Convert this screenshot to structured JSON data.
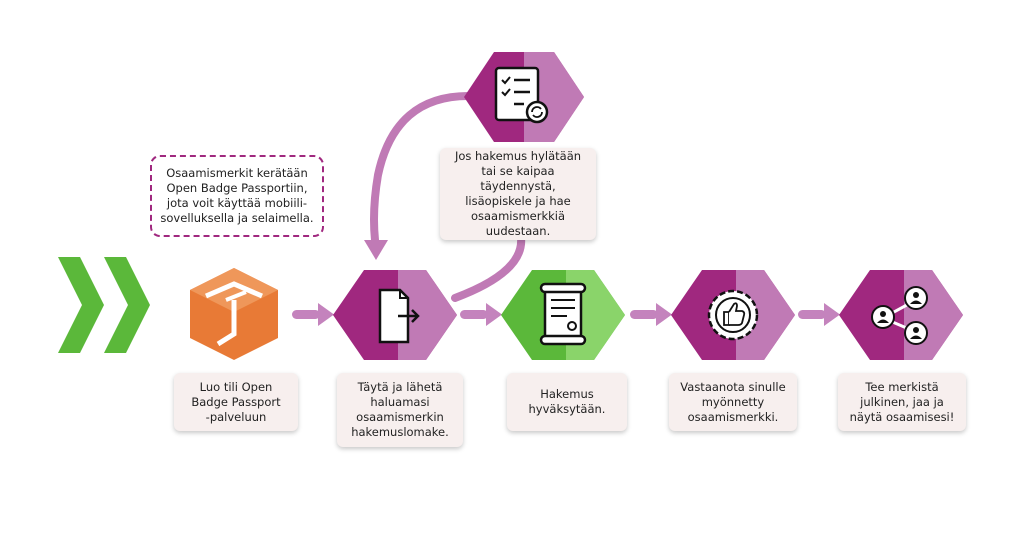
{
  "colors": {
    "purple": "#a0287f",
    "purple_light": "#c07ab5",
    "green": "#5bb83a",
    "green_light": "#8ad46a",
    "orange": "#e87a36",
    "connector": "#c483bd",
    "box_bg": "#f7efee"
  },
  "note": {
    "text": "Osaamismerkit kerätään\nOpen Badge Passportiin,\njota voit käyttää mobiili-\nsovelluksella ja selaimella."
  },
  "steps": [
    {
      "icon": "open-badge-passport-logo-icon",
      "text": "Luo tili Open\nBadge Passport\n-palveluun"
    },
    {
      "icon": "document-submit-icon",
      "text": "Täytä ja lähetä\nhaluamasi\nosaamismerkin\nhakemuslomake."
    },
    {
      "icon": "certificate-scroll-icon",
      "text": "Hakemus\nhyväksytään."
    },
    {
      "icon": "thumbs-up-badge-icon",
      "text": "Vastaanota sinulle\nmyönnetty\nosaamismerkki."
    },
    {
      "icon": "share-network-icon",
      "text": "Tee merkistä\njulkinen, jaa ja\nnäytä osaamisesi!"
    }
  ],
  "rejection": {
    "icon": "checklist-revise-icon",
    "text": "Jos hakemus hylätään\ntai se kaipaa täydennystä,\nlisäopiskele ja hae\nosaamismerkkiä\nuudestaan."
  },
  "start_icon": "double-chevron-right-icon"
}
